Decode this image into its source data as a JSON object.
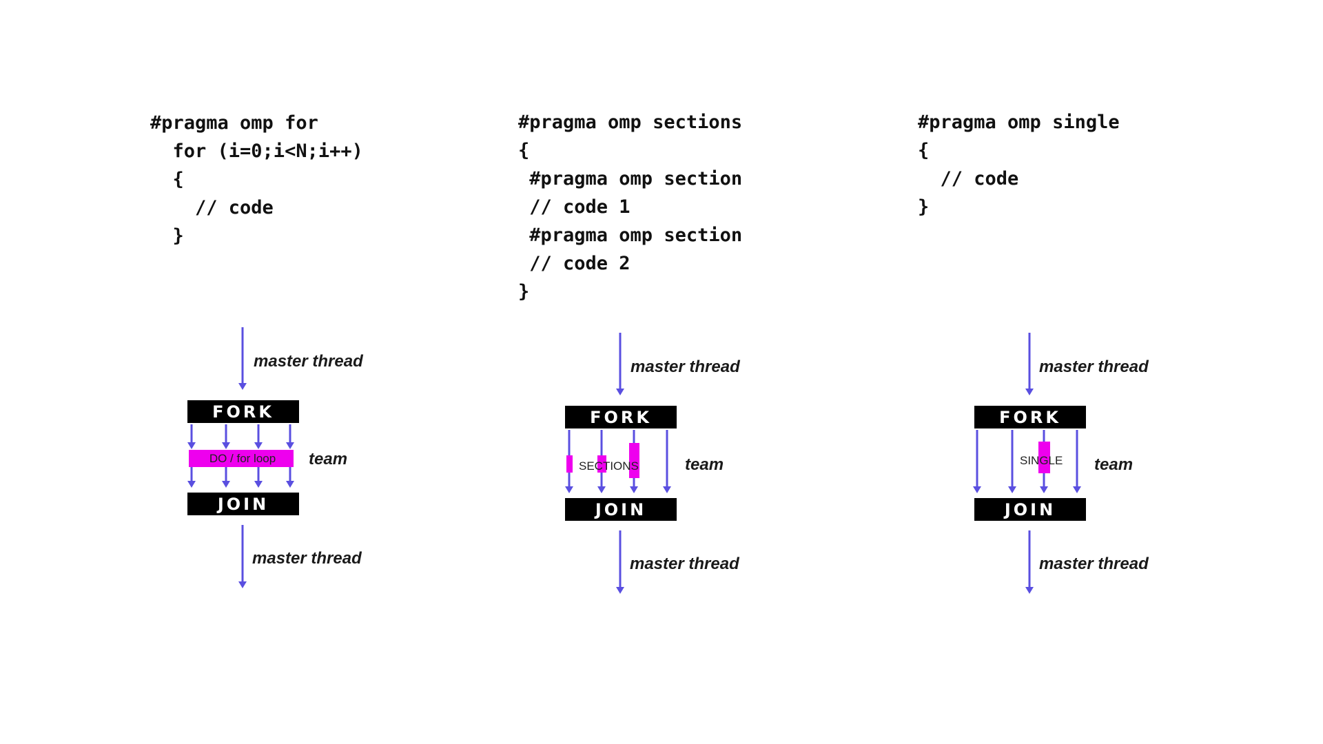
{
  "columns": [
    {
      "id": "for",
      "code_lines": [
        "#pragma omp for",
        "  for (i=0;i<N;i++)",
        "  {",
        "    // code",
        "  }"
      ],
      "diagram": {
        "top_label": "master thread",
        "fork_label": "FORK",
        "team_label": "team",
        "work_label": "DO / for  loop",
        "join_label": "JOIN",
        "bottom_label": "master thread"
      }
    },
    {
      "id": "sections",
      "code_lines": [
        "#pragma omp sections",
        "{",
        " #pragma omp section",
        " // code 1",
        " #pragma omp section",
        " // code 2",
        "}"
      ],
      "diagram": {
        "top_label": "master thread",
        "fork_label": "FORK",
        "team_label": "team",
        "work_label": "SECTIONS",
        "join_label": "JOIN",
        "bottom_label": "master thread"
      }
    },
    {
      "id": "single",
      "code_lines": [
        "#pragma omp single",
        "{",
        "  // code",
        "}"
      ],
      "diagram": {
        "top_label": "master thread",
        "fork_label": "FORK",
        "team_label": "team",
        "work_label": "SINGLE",
        "join_label": "JOIN",
        "bottom_label": "master thread"
      }
    }
  ],
  "colors": {
    "arrow": "#5a4fe0",
    "work_fill": "#ee00ee",
    "bar_fill": "#000000",
    "bar_text": "#ffffff"
  }
}
